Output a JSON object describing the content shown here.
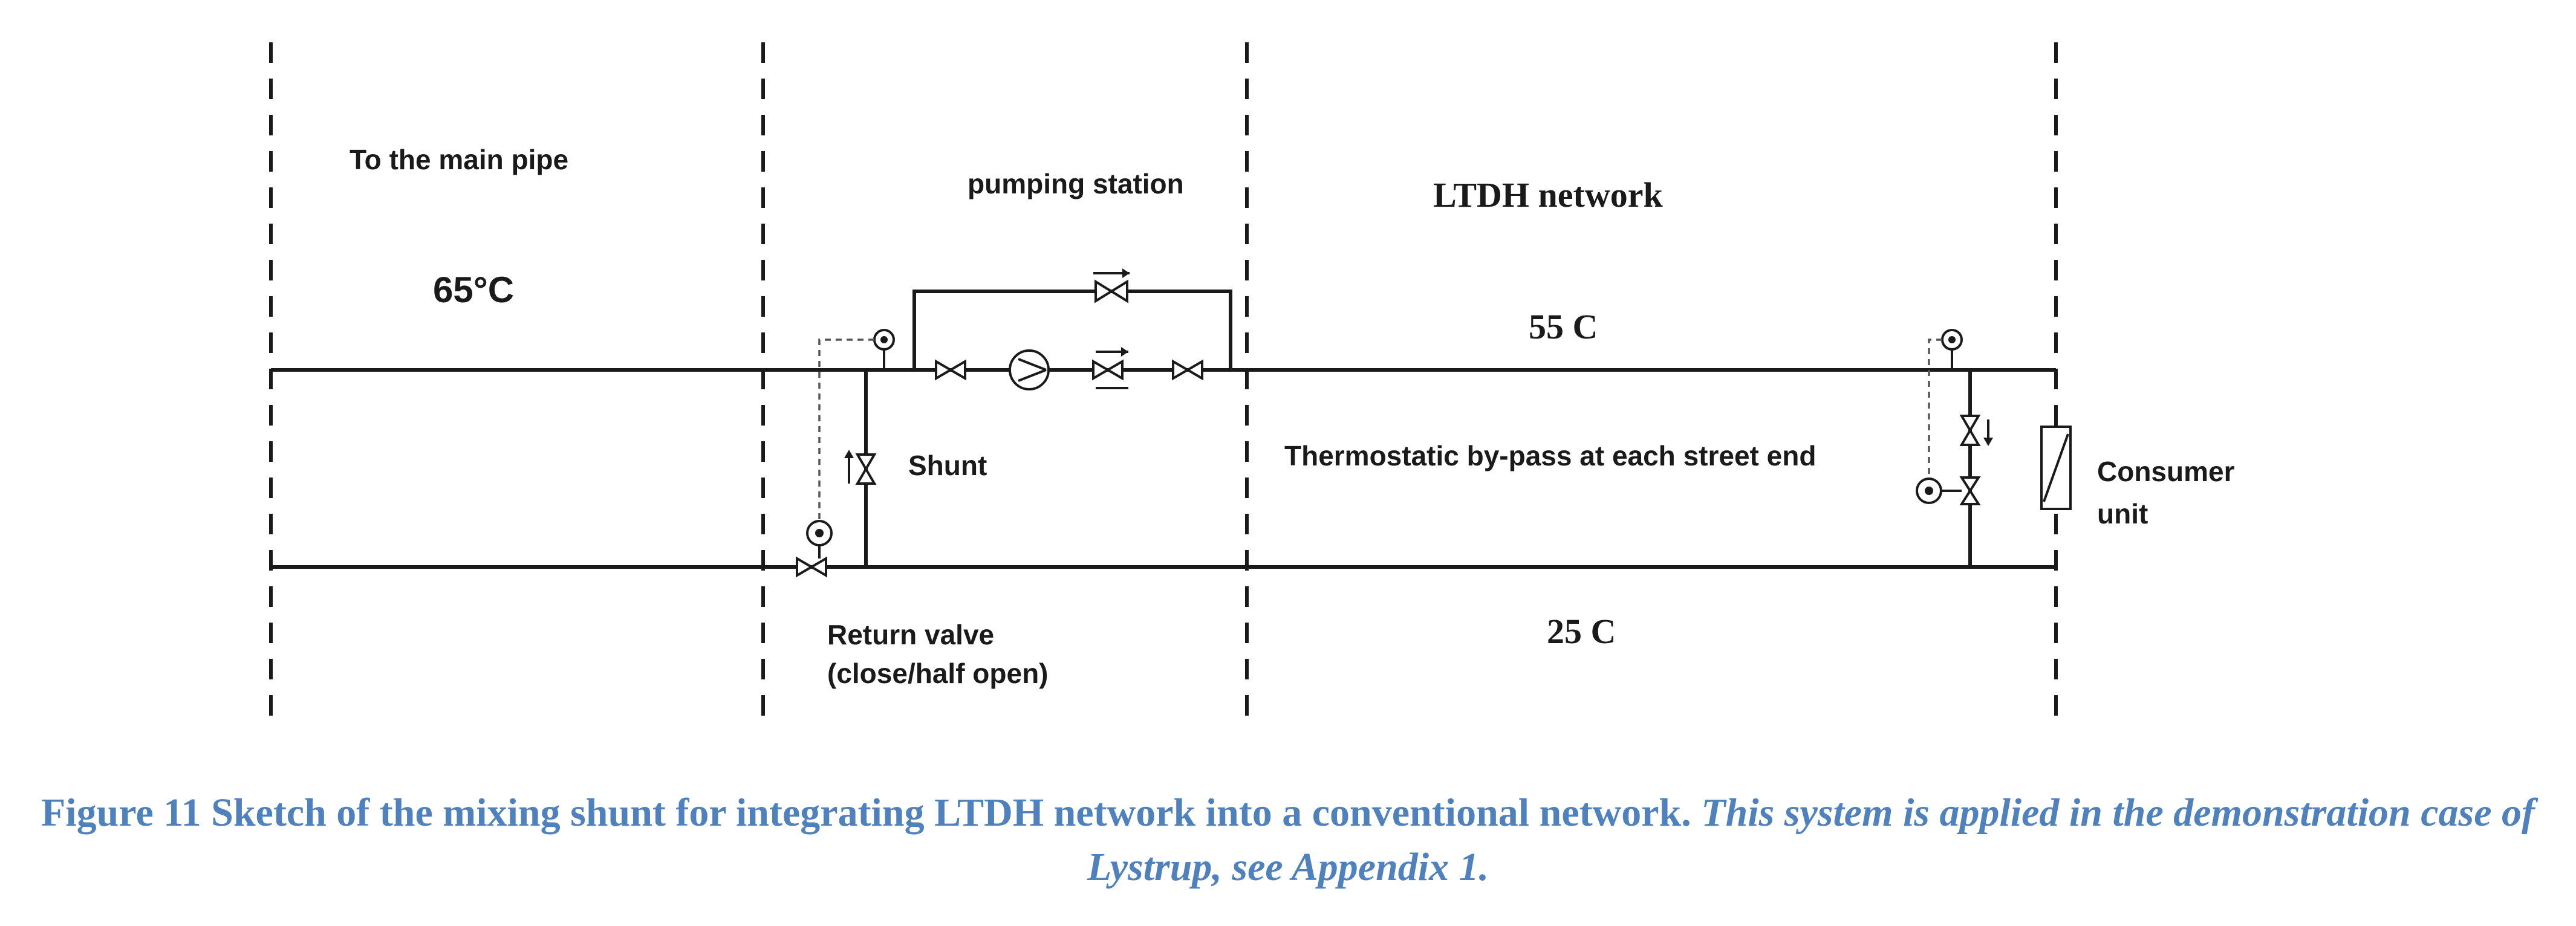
{
  "diagram": {
    "labels": {
      "main_pipe": "To the main pipe",
      "main_temp": "65°C",
      "pumping_station": "pumping station",
      "ltdh_network": "LTDH network",
      "supply_temp": "55 C",
      "shunt": "Shunt",
      "bypass": "Thermostatic by-pass at each street end",
      "consumer_line1": "Consumer",
      "consumer_line2": "unit",
      "return_valve_line1": "Return valve",
      "return_valve_line2": "(close/half open)",
      "return_temp": "25 C"
    },
    "colors": {
      "line": "#1a1a1a",
      "caption": "#4f81bd"
    }
  },
  "caption": {
    "bold": "Figure 11 Sketch of the mixing shunt for integrating LTDH network into a conventional network.",
    "italic": "This system is applied in the demonstration case of Lystrup, see Appendix 1."
  }
}
